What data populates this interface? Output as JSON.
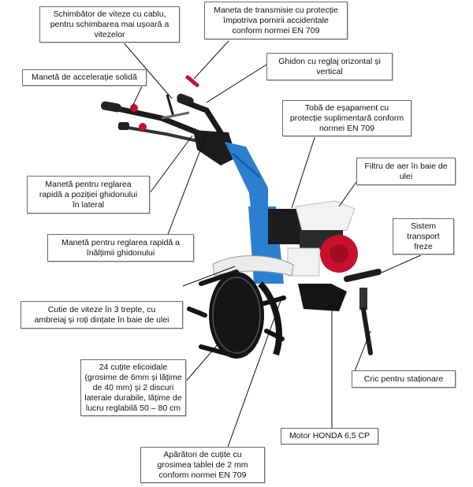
{
  "colors": {
    "frame_blue": "#2c7fd0",
    "engine_red": "#c8102e",
    "engine_white": "#f2f2f2",
    "metal_dark": "#1c1c1c",
    "leader": "#111111",
    "box_border": "#6b6b6b"
  },
  "labels": {
    "gear_shift": "Schimbător de viteze cu cablu,\npentru schimbarea mai ușoară a\nvitezelor",
    "transmission_lever": "Maneta de transmisie cu protecție\nîmpotriva pornirii accidentale\nconform normei EN 709",
    "throttle_lever": "Manetă de accelerație solidă",
    "handlebar_adjust": "Ghidon cu reglaj orizontal și\nvertical",
    "exhaust": "Tobă de eșapament cu\nprotecție suplimentară conform\nnormei EN 709",
    "air_filter": "Filtru de aer în baie de\nulei",
    "lateral_adjust": "Manetă pentru reglarea\nrapidă a poziției ghidonului\nîn lateral",
    "transport_system": "Sistem\ntransport\nfreze",
    "height_adjust": "Manetă pentru reglarea rapidă a\nînălțimii ghidonului",
    "gearbox": "Cutie de viteze în 3 trepte, cu\nambreiaj și roți dințate în baie de ulei",
    "stand_jack": "Cric pentru staționare",
    "tillers": "24 cuțite elicoidale\n(grosime de 6mm și lățime\nde 40 mm) și 2 discuri\nlaterale durabile, lățime de\nlucru reglabilă 50 – 80 cm",
    "engine": "Motor HONDA 6,5 CP",
    "guards": "Apărători de cuțite cu\ngrosimea tablei de 2 mm\nconform normei EN 709"
  }
}
